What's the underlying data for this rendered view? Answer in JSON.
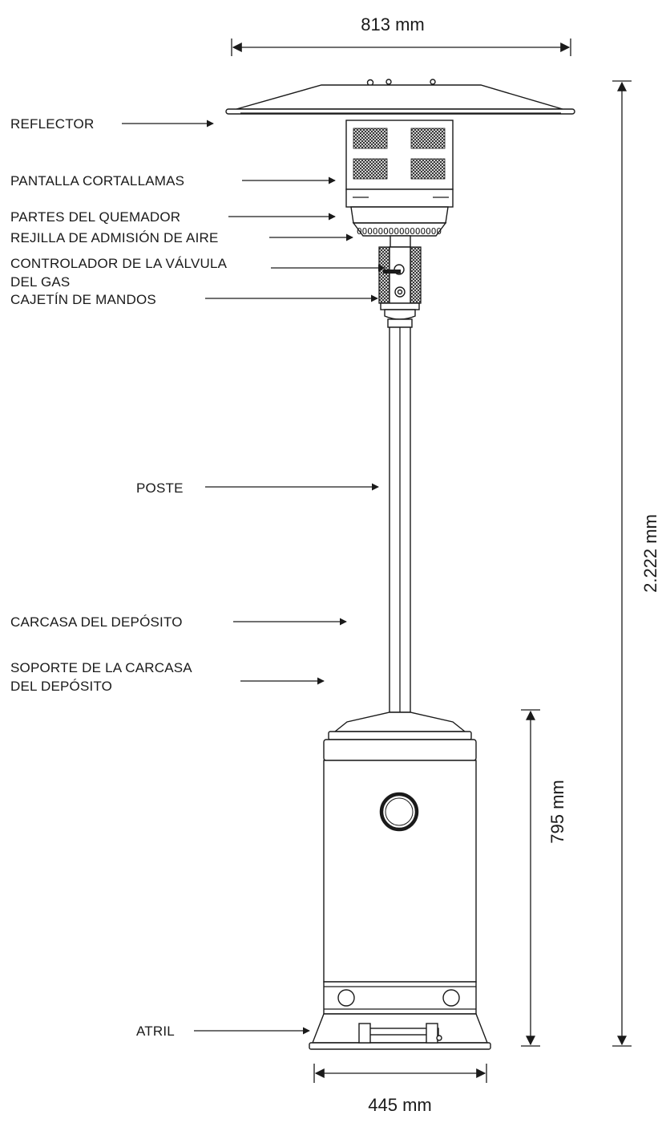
{
  "dimensions": {
    "reflector_width": "813 mm",
    "total_height": "2.222 mm",
    "housing_height": "795 mm",
    "base_width": "445 mm"
  },
  "labels": {
    "reflector": "REFLECTOR",
    "flame_screen": "PANTALLA CORTALLAMAS",
    "burner_parts": "PARTES DEL QUEMADOR",
    "air_intake_grid": "REJILLA DE ADMISIÓN DE AIRE",
    "gas_valve_line1": "CONTROLADOR DE LA VÁLVULA",
    "gas_valve_line2": "DEL GAS",
    "control_box": "CAJETÍN DE MANDOS",
    "post": "POSTE",
    "tank_housing": "CARCASA DEL DEPÓSITO",
    "housing_support_line1": "SOPORTE DE LA CARCASA",
    "housing_support_line2": "DEL DEPÓSITO",
    "base": "ATRIL"
  },
  "colors": {
    "line": "#1a1a1a",
    "background": "#ffffff"
  }
}
